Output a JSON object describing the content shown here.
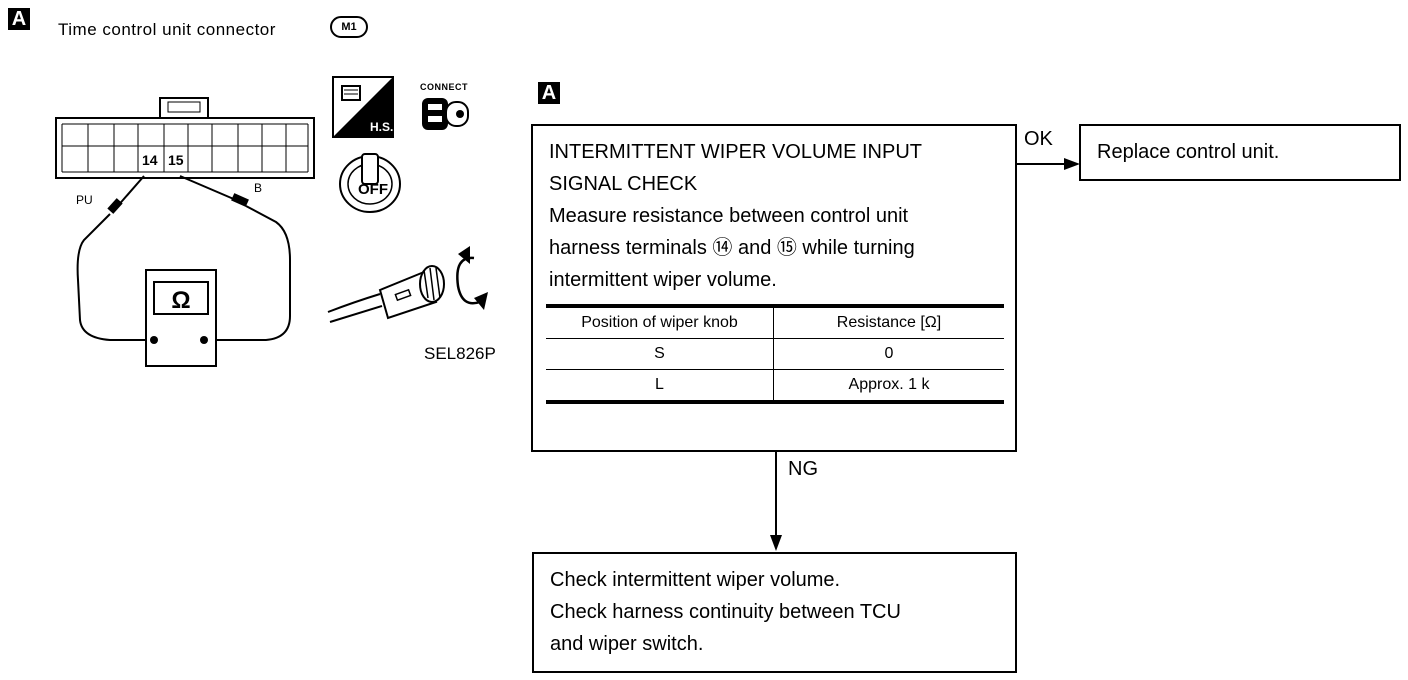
{
  "header": {
    "tag": "A",
    "title": "Time control unit connector",
    "connector_badge": "M1"
  },
  "diagram": {
    "pins": [
      "14",
      "15"
    ],
    "wire_left": "PU",
    "wire_right": "B",
    "meter_symbol": "Ω",
    "icon_hs": "H.S.",
    "icon_connect": "CONNECT",
    "icon_key": "OFF",
    "code": "SEL826P"
  },
  "flow": {
    "tag": "A",
    "check_title_1": "INTERMITTENT WIPER VOLUME INPUT",
    "check_title_2": "SIGNAL CHECK",
    "check_line_1": "Measure resistance between control unit",
    "check_line_2": "harness terminals ⑭ and ⑮ while turning",
    "check_line_3": "intermittent wiper volume.",
    "table": {
      "headers": [
        "Position of wiper knob",
        "Resistance [Ω]"
      ],
      "rows": [
        [
          "S",
          "0"
        ],
        [
          "L",
          "Approx. 1 k"
        ]
      ]
    },
    "ok_label": "OK",
    "ng_label": "NG",
    "ok_result": "Replace control unit.",
    "ng_result_1": "Check intermittent wiper volume.",
    "ng_result_2": "Check harness continuity between TCU",
    "ng_result_3": "and wiper switch."
  }
}
